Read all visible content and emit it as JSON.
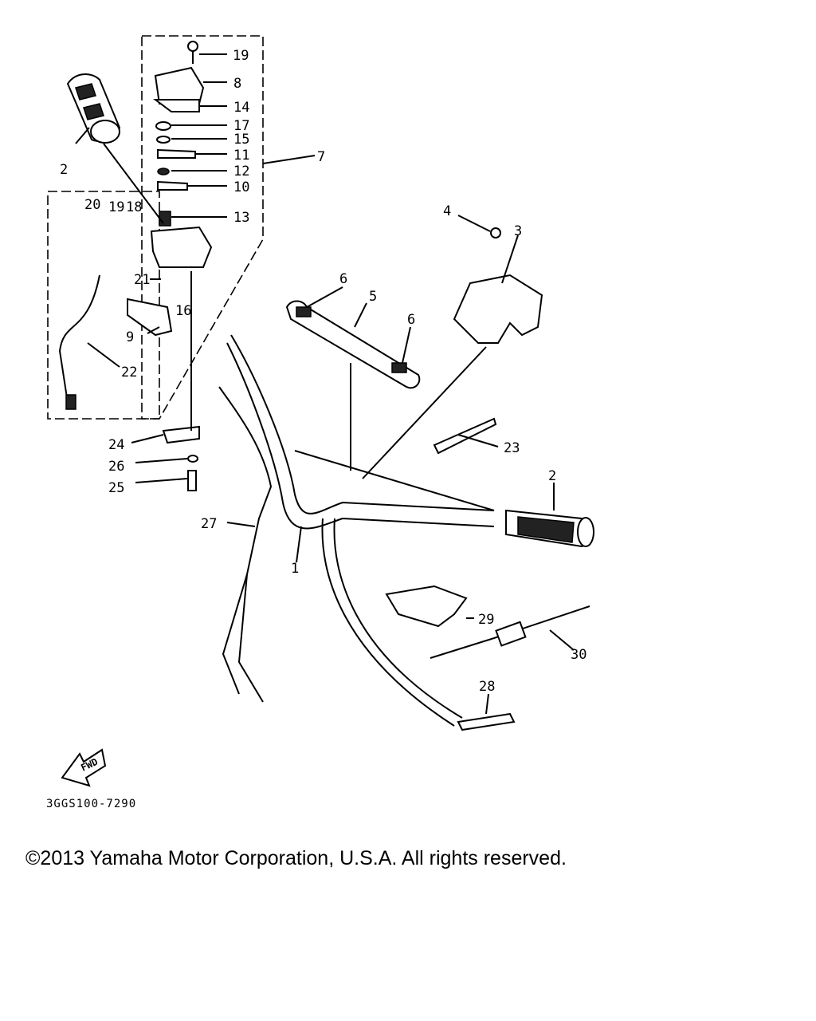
{
  "diagram_code": "3GGS100-7290",
  "copyright": "©2013 Yamaha Motor Corporation, U.S.A. All rights reserved.",
  "fwd_label": "FWD",
  "callouts": [
    "1",
    "2",
    "2",
    "3",
    "4",
    "5",
    "6",
    "6",
    "7",
    "8",
    "9",
    "10",
    "11",
    "12",
    "13",
    "14",
    "15",
    "16",
    "17",
    "18",
    "19",
    "19",
    "20",
    "21",
    "22",
    "23",
    "24",
    "25",
    "26",
    "27",
    "28",
    "29",
    "30"
  ]
}
